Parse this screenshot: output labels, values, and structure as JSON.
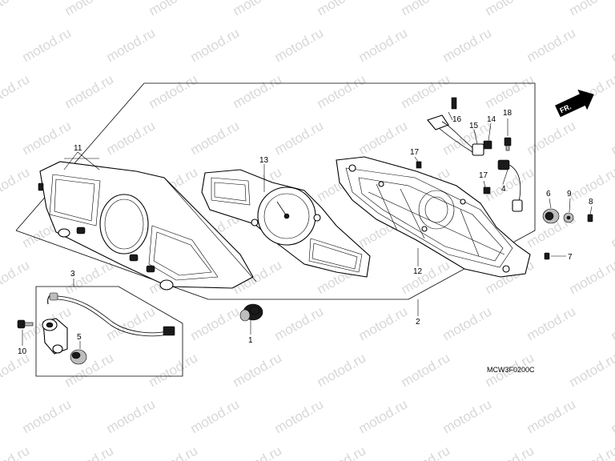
{
  "watermark": "motod.ru",
  "diagram_code": "MCW3F0200C",
  "direction_label": "FR.",
  "callouts": [
    "1",
    "2",
    "3",
    "4",
    "5",
    "6",
    "7",
    "8",
    "9",
    "10",
    "11",
    "12",
    "13",
    "14",
    "15",
    "16",
    "17",
    "17",
    "18"
  ]
}
